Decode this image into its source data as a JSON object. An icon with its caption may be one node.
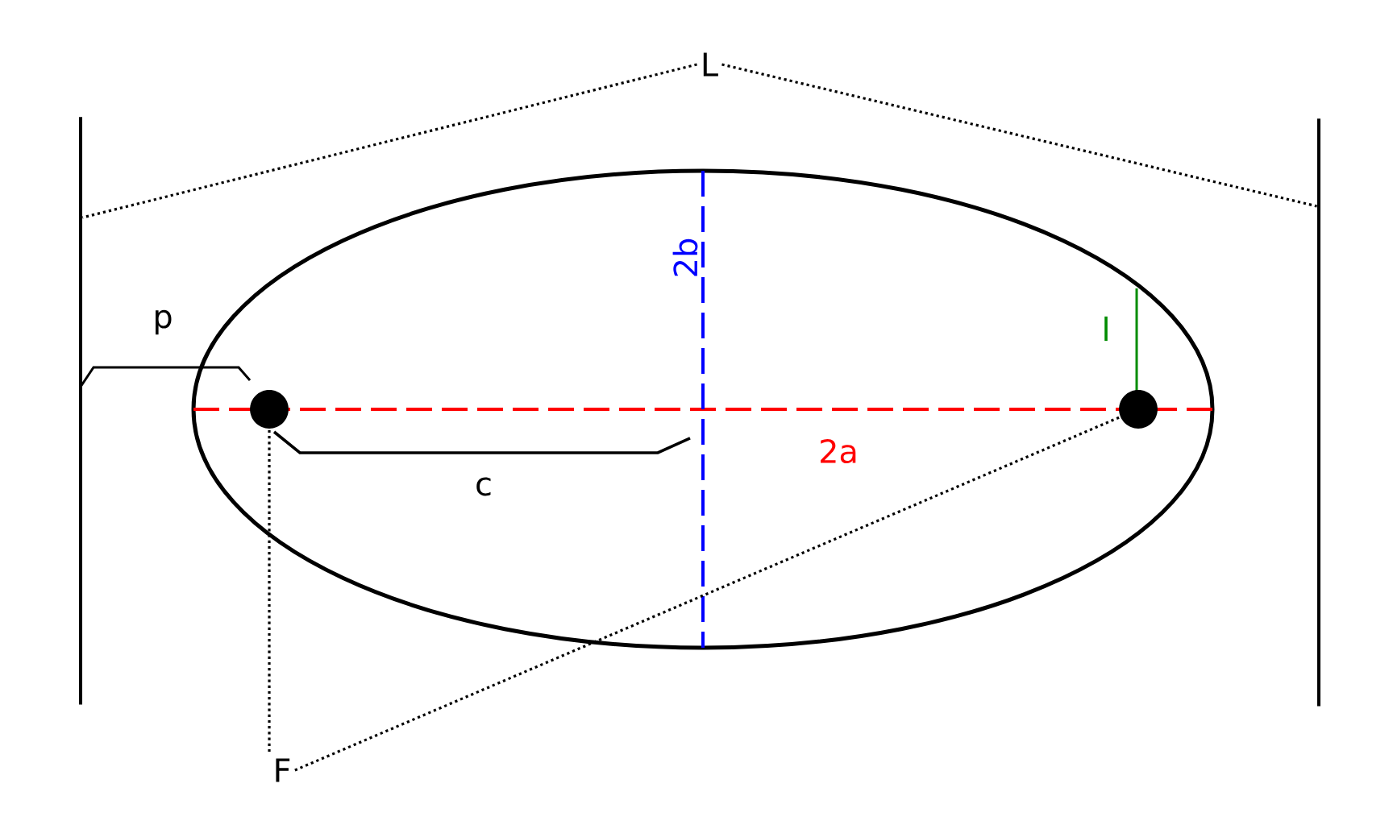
{
  "diagram": {
    "nodes": [
      {
        "text": [
          "L"
        ]
      },
      {
        "text": [],
        "shape": "bar"
      },
      {
        "text": [],
        "shape": "bar"
      },
      {
        "text": [],
        "shape": "circle"
      },
      {
        "text": [],
        "shape": "circle"
      },
      {
        "text": [
          "F"
        ]
      }
    ],
    "edges": [
      {
        "from": 0,
        "to": 1,
        "arrow": "none"
      },
      {
        "from": 0,
        "to": 2,
        "arrow": "none"
      },
      {
        "from": 5,
        "to": 3,
        "arrow": "none"
      },
      {
        "from": 5,
        "to": 4,
        "arrow": "none"
      }
    ],
    "labels": [
      "2b",
      "p",
      "l",
      "2a",
      "c"
    ]
  }
}
